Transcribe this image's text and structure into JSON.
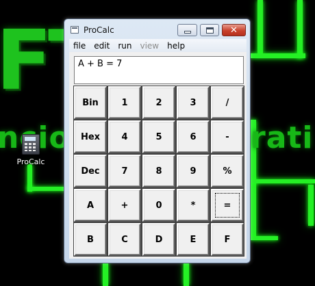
{
  "desktop": {
    "icon_label": "ProCalc",
    "icon": "calculator-icon",
    "background_letters": "FT",
    "background_word_left": "ncio",
    "background_word_right": "rati",
    "accent_color": "#25f025"
  },
  "window": {
    "title": "ProCalc",
    "app_icon": "window-app-icon",
    "controls": {
      "minimize": "minimize-icon",
      "maximize": "maximize-icon",
      "close": "✕"
    }
  },
  "menu": {
    "items": [
      {
        "label": "file",
        "enabled": true
      },
      {
        "label": "edit",
        "enabled": true
      },
      {
        "label": "run",
        "enabled": true
      },
      {
        "label": "view",
        "enabled": false
      },
      {
        "label": "help",
        "enabled": true
      }
    ]
  },
  "display": {
    "text": "A + B = 7"
  },
  "keypad": {
    "rows": [
      [
        "Bin",
        "1",
        "2",
        "3",
        "/"
      ],
      [
        "Hex",
        "4",
        "5",
        "6",
        "-"
      ],
      [
        "Dec",
        "7",
        "8",
        "9",
        "%"
      ],
      [
        "A",
        "+",
        "0",
        "*",
        "="
      ],
      [
        "B",
        "C",
        "D",
        "E",
        "F"
      ]
    ],
    "focused_key": "="
  }
}
